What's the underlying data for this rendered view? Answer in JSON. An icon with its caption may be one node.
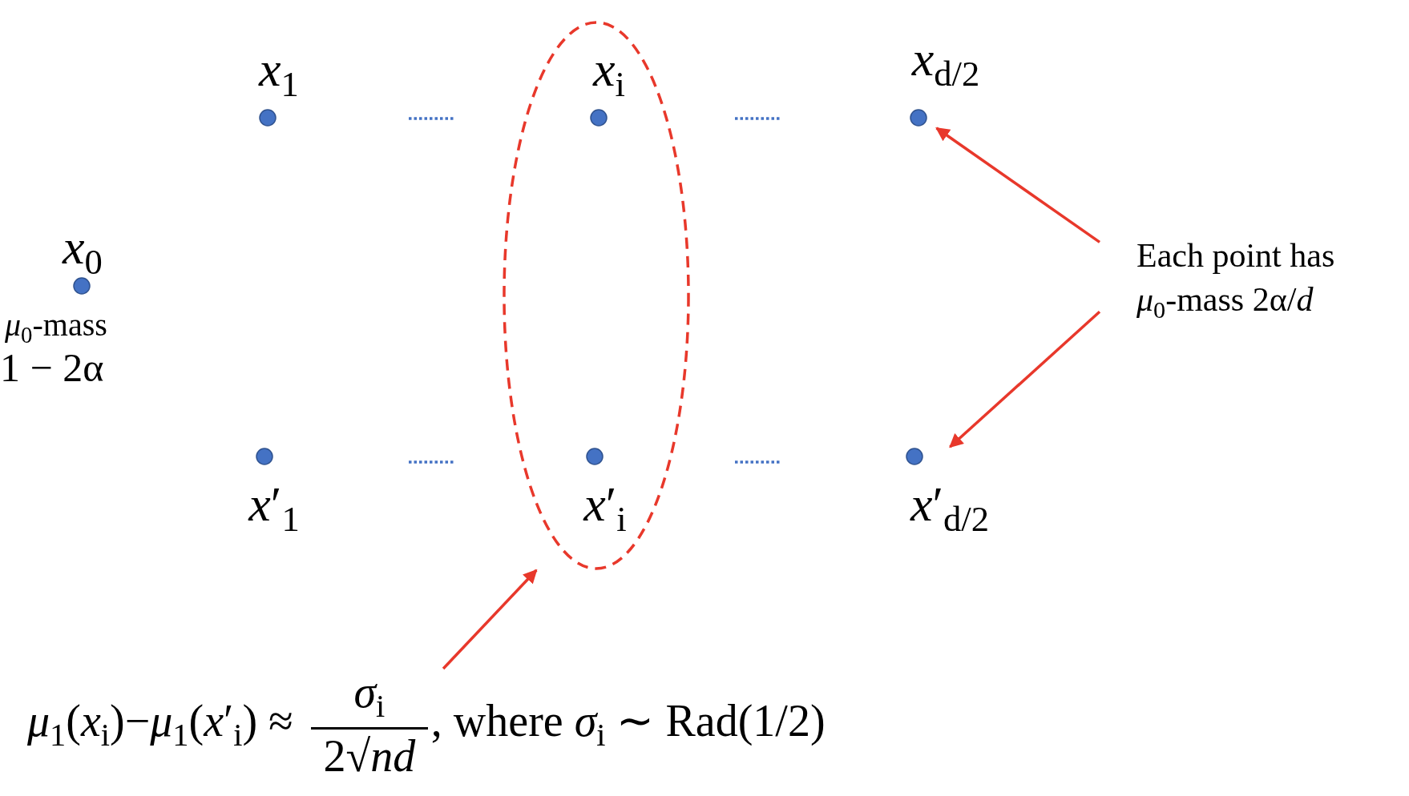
{
  "diagram": {
    "nodes": [
      {
        "text": [
          "*x*$_{0}$"
        ],
        "beside": [
          "*μ*$_{0}$-mass",
          "1 − 2α"
        ]
      },
      {
        "text": [
          "*x*$_{1}$"
        ]
      },
      {
        "text": [],
        "shape": "ellipse"
      },
      {
        "text": [
          "*x*$_{i}$"
        ],
        "in": 2
      },
      {
        "text": [
          "*x*$_{d/2}$"
        ]
      },
      {
        "text": [
          "*x*′$_{1}$"
        ]
      },
      {
        "text": [
          "*x*′$_{i}$"
        ],
        "in": 2
      },
      {
        "text": [
          "*x*′$_{d/2}$"
        ]
      },
      {
        "text": [
          "Each point has *μ*$_{0}$-mass 2α/*d*"
        ]
      },
      {
        "text": [
          "*μ*$_{1}$(*x*$_{i}$)−*μ*$_{1}$(*x*′$_{i}$) ≈",
          "*σ*$_{i}$",
          "2√*nd*",
          ", where *σ*$_{i}$ ∼ Rad(1/2)"
        ]
      }
    ],
    "edges": [
      {
        "from": 8,
        "to": 4,
        "arrow": "to"
      },
      {
        "from": 8,
        "to": 7,
        "arrow": "to"
      },
      {
        "from": 9,
        "to": 2,
        "arrow": "to"
      }
    ]
  }
}
